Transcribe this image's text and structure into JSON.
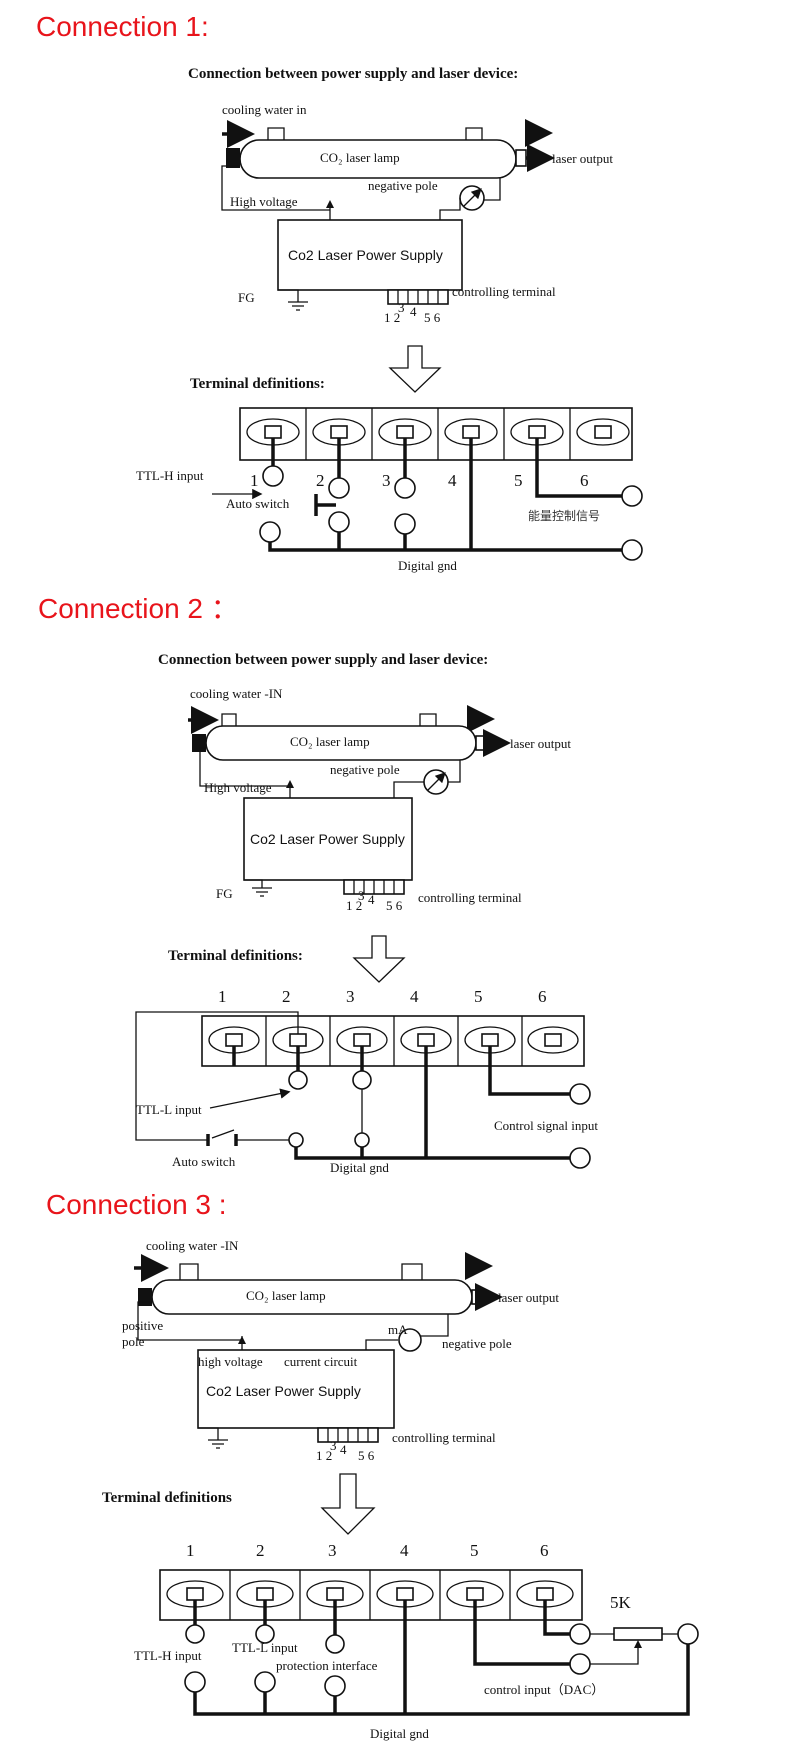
{
  "s1": {
    "heading": "Connection  1:",
    "title": "Connection between power supply and laser device:",
    "cooling": "cooling water in",
    "lamp": "CO₂ laser lamp",
    "output": "laser output",
    "negative": "negative pole",
    "hv": "High voltage",
    "psu": "Co2 Laser Power Supply",
    "fg": "FG",
    "ctrl": "controlling terminal",
    "pins_a": "1 2",
    "pin4": "4",
    "pins_b": "5 6",
    "pin3": "3",
    "termdef": "Terminal definitions:",
    "ttl": "TTL-H input",
    "auto": "Auto switch",
    "n1": "1",
    "n2": "2",
    "n3": "3",
    "n4": "4",
    "n5": "5",
    "n6": "6",
    "cn": "能量控制信号",
    "gnd": "Digital gnd"
  },
  "s2": {
    "heading": "Connection 2  ：",
    "title": "Connection between power supply and laser device:",
    "cooling": "cooling water -IN",
    "lamp": "CO₂ laser lamp",
    "output": "laser output",
    "negative": "negative pole",
    "hv": "High voltage",
    "psu": "Co2 Laser Power Supply",
    "fg": "FG",
    "ctrl": "controlling terminal",
    "pins_a": "1 2",
    "pin4": "4",
    "pins_b": "5 6",
    "pin3": "3",
    "termdef": "Terminal definitions:",
    "n1": "1",
    "n2": "2",
    "n3": "3",
    "n4": "4",
    "n5": "5",
    "n6": "6",
    "ttl": "TTL-L input",
    "control": "Control signal input",
    "auto": "Auto switch",
    "gnd": "Digital gnd"
  },
  "s3": {
    "heading": "Connection 3 :",
    "cooling": "cooling water -IN",
    "lamp": "CO₂ laser lamp",
    "output": "laser output",
    "positive1": "positive",
    "positive2": "pole",
    "ma": "mA",
    "negative": "negative pole",
    "hv": "high voltage",
    "cc": "current circuit",
    "psu": "Co2 Laser Power Supply",
    "ctrl": "controlling terminal",
    "pins_a": "1 2",
    "pin4": "4",
    "pins_b": "5 6",
    "pin3": "3",
    "termdef": "Terminal definitions",
    "n1": "1",
    "n2": "2",
    "n3": "3",
    "n4": "4",
    "n5": "5",
    "n6": "6",
    "pot": "5K",
    "ttlh": "TTL-H input",
    "ttll": "TTL-L input",
    "prot": "protection interface",
    "ctrlin": "control input（DAC）",
    "gnd": "Digital gnd"
  }
}
